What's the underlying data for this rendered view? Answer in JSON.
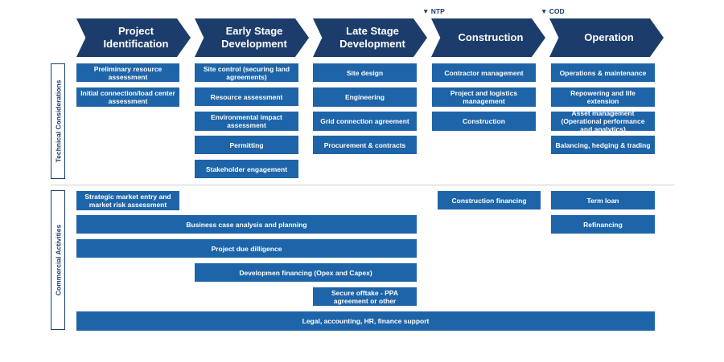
{
  "markers": {
    "ntp": "▼ NTP",
    "cod": "▼ COD"
  },
  "stages": [
    {
      "label": "Project Identification"
    },
    {
      "label": "Early Stage Development"
    },
    {
      "label": "Late Stage Development"
    },
    {
      "label": "Construction"
    },
    {
      "label": "Operation"
    }
  ],
  "sections": {
    "technical": "Technical Considerations",
    "commercial": "Commercial Activities"
  },
  "technical": {
    "project_identification": [
      "Preliminary resource assessment",
      "Initial connection/load center assessment"
    ],
    "early_stage": [
      "Site control (securing land agreements)",
      "Resource assessment",
      "Environmental impact assessment",
      "Permitting",
      "Stakeholder engagement"
    ],
    "late_stage": [
      "Site design",
      "Engineering",
      "Grid connection agreement",
      "Procurement & contracts"
    ],
    "construction": [
      "Contractor management",
      "Project and logistics management",
      "Construction"
    ],
    "operation": [
      "Operations & maintenance",
      "Repowering and life extension",
      "Asset management (Operational performance and analytics)",
      "Balancing, hedging & trading"
    ]
  },
  "commercial": {
    "strategic": "Strategic market entry and market risk assessment",
    "business_case": "Business case analysis and planning",
    "due_diligence": "Project due dilligence",
    "dev_financing": "Developmen financing (Opex and Capex)",
    "offtake": "Secure offtake - PPA agreement or other",
    "construction_financing": "Construction financing",
    "term_loan": "Term loan",
    "refinancing": "Refinancing",
    "legal": "Legal, accounting, HR, finance support"
  },
  "colors": {
    "stage": "#1c3d6b",
    "box": "#1e64a8",
    "text_dark": "#1c3d6b"
  }
}
